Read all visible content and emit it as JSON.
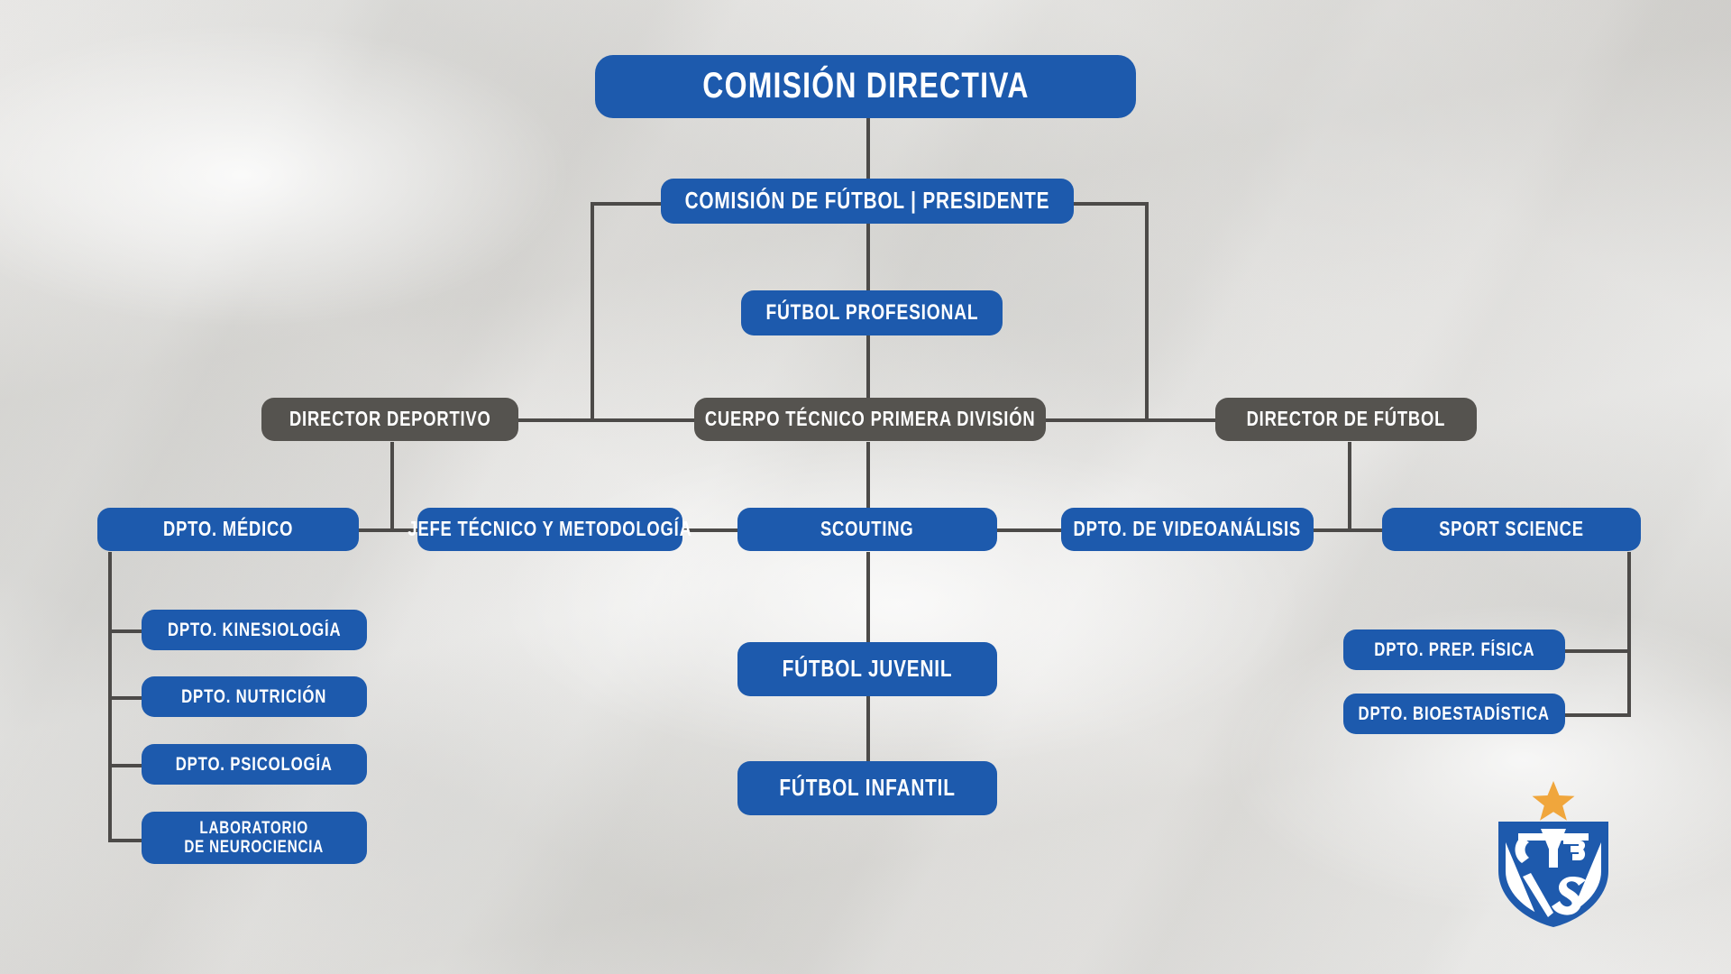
{
  "title": "Organigrama Fútbol",
  "colors": {
    "blue": "#1d5aad",
    "gray": "#55534f",
    "line": "#4c4a48",
    "text": "#ffffff",
    "background": "#f3f2f0",
    "crest_blue": "#1e5aad",
    "crest_star": "#f0a63c"
  },
  "nodes": {
    "comision_directiva": "COMISIÓN DIRECTIVA",
    "comision_futbol": "COMISIÓN DE FÚTBOL | PRESIDENTE",
    "futbol_profesional": "FÚTBOL PROFESIONAL",
    "director_deportivo": "DIRECTOR DEPORTIVO",
    "cuerpo_tecnico": "CUERPO TÉCNICO PRIMERA DIVISIÓN",
    "director_futbol": "DIRECTOR DE FÚTBOL",
    "dpto_medico": "DPTO. MÉDICO",
    "jefe_tecnico": "JEFE TÉCNICO Y METODOLOGÍA",
    "scouting": "SCOUTING",
    "dpto_videoanalisis": "DPTO. DE VIDEOANÁLISIS",
    "sport_science": "SPORT SCIENCE",
    "dpto_kinesiologia": "DPTO. KINESIOLOGÍA",
    "dpto_nutricion": "DPTO. NUTRICIÓN",
    "dpto_psicologia": "DPTO. PSICOLOGÍA",
    "laboratorio_neurociencia": "LABORATORIO\nDE NEUROCIENCIA",
    "futbol_juvenil": "FÚTBOL JUVENIL",
    "futbol_infantil": "FÚTBOL INFANTIL",
    "dpto_prep_fisica": "DPTO. PREP. FÍSICA",
    "dpto_bioestadistica": "DPTO. BIOESTADÍSTICA"
  },
  "crest": {
    "name": "club-atletico-velez-sarsfield-crest",
    "monogram": "CAVS",
    "star": "★"
  },
  "chart_data": {
    "type": "org-chart",
    "levels": [
      {
        "level": 1,
        "nodes": [
          "COMISIÓN DIRECTIVA"
        ]
      },
      {
        "level": 2,
        "nodes": [
          "COMISIÓN DE FÚTBOL | PRESIDENTE"
        ]
      },
      {
        "level": 3,
        "nodes": [
          "FÚTBOL PROFESIONAL"
        ]
      },
      {
        "level": 4,
        "nodes": [
          "DIRECTOR DEPORTIVO",
          "CUERPO TÉCNICO PRIMERA DIVISIÓN",
          "DIRECTOR DE FÚTBOL"
        ]
      },
      {
        "level": 5,
        "nodes": [
          "DPTO. MÉDICO",
          "JEFE TÉCNICO Y METODOLOGÍA",
          "SCOUTING",
          "DPTO. DE VIDEOANÁLISIS",
          "SPORT SCIENCE"
        ]
      },
      {
        "level": 6,
        "nodes": [
          "DPTO. KINESIOLOGÍA",
          "DPTO. NUTRICIÓN",
          "DPTO. PSICOLOGÍA",
          "LABORATORIO DE NEUROCIENCIA",
          "FÚTBOL JUVENIL",
          "FÚTBOL INFANTIL",
          "DPTO. PREP. FÍSICA",
          "DPTO. BIOESTADÍSTICA"
        ]
      }
    ],
    "edges": [
      [
        "COMISIÓN DIRECTIVA",
        "COMISIÓN DE FÚTBOL | PRESIDENTE"
      ],
      [
        "COMISIÓN DE FÚTBOL | PRESIDENTE",
        "FÚTBOL PROFESIONAL"
      ],
      [
        "COMISIÓN DE FÚTBOL | PRESIDENTE",
        "DIRECTOR DEPORTIVO"
      ],
      [
        "COMISIÓN DE FÚTBOL | PRESIDENTE",
        "DIRECTOR DE FÚTBOL"
      ],
      [
        "FÚTBOL PROFESIONAL",
        "CUERPO TÉCNICO PRIMERA DIVISIÓN"
      ],
      [
        "DIRECTOR DEPORTIVO",
        "CUERPO TÉCNICO PRIMERA DIVISIÓN"
      ],
      [
        "CUERPO TÉCNICO PRIMERA DIVISIÓN",
        "DIRECTOR DE FÚTBOL"
      ],
      [
        "DIRECTOR DEPORTIVO",
        "DPTO. MÉDICO"
      ],
      [
        "DIRECTOR DEPORTIVO",
        "JEFE TÉCNICO Y METODOLOGÍA"
      ],
      [
        "CUERPO TÉCNICO PRIMERA DIVISIÓN",
        "SCOUTING"
      ],
      [
        "DIRECTOR DE FÚTBOL",
        "DPTO. DE VIDEOANÁLISIS"
      ],
      [
        "DIRECTOR DE FÚTBOL",
        "SPORT SCIENCE"
      ],
      [
        "DPTO. MÉDICO",
        "DPTO. KINESIOLOGÍA"
      ],
      [
        "DPTO. MÉDICO",
        "DPTO. NUTRICIÓN"
      ],
      [
        "DPTO. MÉDICO",
        "DPTO. PSICOLOGÍA"
      ],
      [
        "DPTO. MÉDICO",
        "LABORATORIO DE NEUROCIENCIA"
      ],
      [
        "SCOUTING",
        "FÚTBOL JUVENIL"
      ],
      [
        "FÚTBOL JUVENIL",
        "FÚTBOL INFANTIL"
      ],
      [
        "SPORT SCIENCE",
        "DPTO. PREP. FÍSICA"
      ],
      [
        "SPORT SCIENCE",
        "DPTO. BIOESTADÍSTICA"
      ]
    ],
    "title": "Organigrama Fútbol",
    "legend": []
  }
}
